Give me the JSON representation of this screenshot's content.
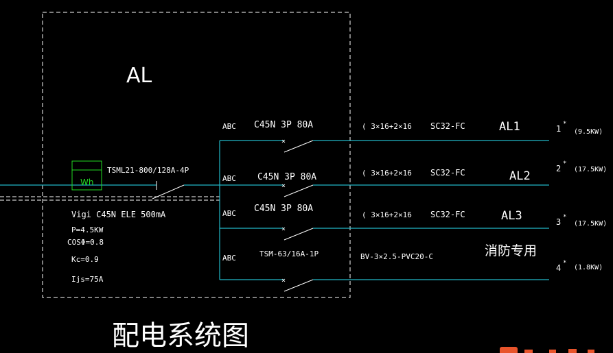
{
  "panel": {
    "name": "AL",
    "meter_label": "Wh",
    "main_breaker": "TSML21-800/128A-4P",
    "rcd": "Vigi  C45N  ELE 500mA",
    "power": "P=4.5KW",
    "cos": "COSΦ=0.8",
    "kc": "Kc=0.9",
    "ijs": "Ijs=75A"
  },
  "circuits": [
    {
      "phase": "ABC",
      "breaker": "C45N 3P 80A",
      "cable": "( 3×16+2×16",
      "conduit": "SC32-FC",
      "name": "AL1",
      "number": "1",
      "load": "(9.5KW)"
    },
    {
      "phase": "ABC",
      "breaker": "C45N 3P 80A",
      "cable": "( 3×16+2×16",
      "conduit": "SC32-FC",
      "name": "AL2",
      "number": "2",
      "load": "(17.5KW)"
    },
    {
      "phase": "ABC",
      "breaker": "C45N 3P 80A",
      "cable": "( 3×16+2×16",
      "conduit": "SC32-FC",
      "name": "AL3",
      "number": "3",
      "load": "(17.5KW)"
    },
    {
      "phase": "ABC",
      "breaker": "TSM-63/16A-1P",
      "cable": "BV-3×2.5-PVC20-C",
      "conduit": "",
      "name": "消防专用",
      "number": "4",
      "load": "(1.8KW)"
    }
  ],
  "title": "配电系统图",
  "colors": {
    "background": "#000000",
    "bus_line": "#22b8c8",
    "text": "#ffffff",
    "meter": "#22dd22",
    "frame": "#ffffff"
  }
}
